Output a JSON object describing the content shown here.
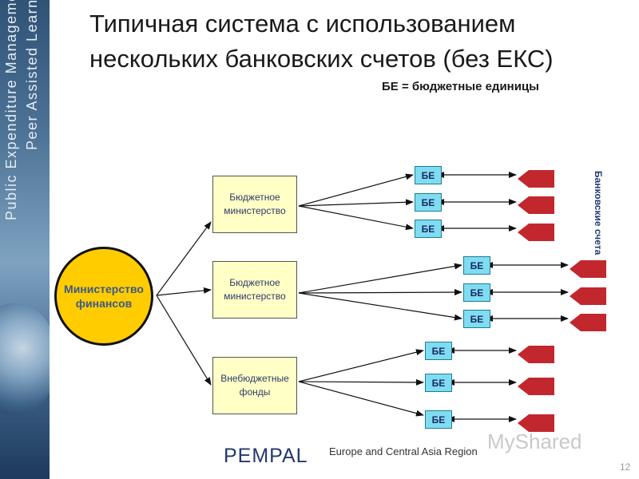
{
  "sidebar": {
    "line1": "Public Expenditure Management",
    "line2": "Peer Assisted Learning"
  },
  "title": "Типичная система с использованием нескольких банковских счетов (без ЕКС)",
  "subtitle": "БЕ = бюджетные единицы",
  "ministry_label": "Министерство финансов",
  "branches": [
    {
      "label": "Бюджетное министерство",
      "units": [
        "БЕ",
        "БЕ",
        "БЕ"
      ]
    },
    {
      "label": "Бюджетное министерство",
      "units": [
        "БЕ",
        "БЕ",
        "БЕ"
      ]
    },
    {
      "label": "Внебюджетные фонды",
      "units": [
        "БЕ",
        "БЕ",
        "БЕ"
      ]
    }
  ],
  "accounts_label": "Банковские счета",
  "footer": {
    "logo": "PEMPAL",
    "region": "Europe and Central Asia Region",
    "watermark": "MyShared",
    "page_number": "12"
  },
  "colors": {
    "ministry_fill": "#ffcc00",
    "box_fill": "#ffffc6",
    "unit_fill": "#80dcf0",
    "account_fill": "#c2272d",
    "sidebar": "#4d7396"
  }
}
